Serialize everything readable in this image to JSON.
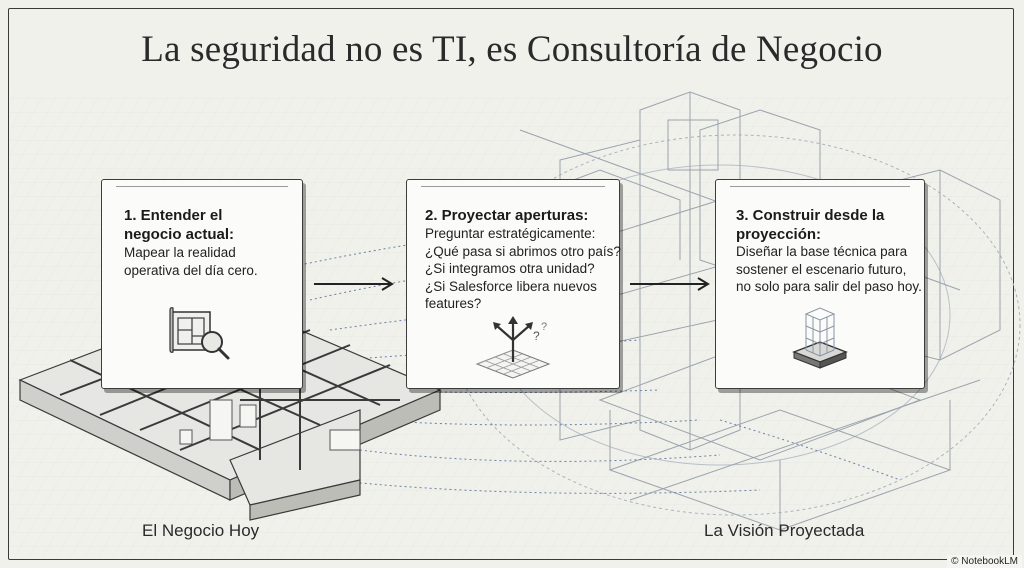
{
  "title": "La seguridad no es TI, es Consultoría de Negocio",
  "steps": [
    {
      "heading": [
        "1. Entender el",
        "negocio actual:"
      ],
      "body": [
        "Mapear la realidad",
        "operativa del día cero."
      ],
      "icon": "blueprint-magnifier-icon"
    },
    {
      "heading": [
        "2. Proyectar aperturas:"
      ],
      "body": [
        "Preguntar estratégicamente:",
        "¿Qué pasa si abrimos otro país?",
        "¿Si integramos otra unidad?",
        "¿Si Salesforce libera nuevos",
        "features?"
      ],
      "icon": "branching-arrows-icon"
    },
    {
      "heading": [
        "3. Construir desde la",
        "proyección:"
      ],
      "body": [
        "Diseñar la base técnica para",
        "sostener el escenario futuro,",
        "no solo para salir del paso hoy."
      ],
      "icon": "cube-on-platform-icon"
    }
  ],
  "labels": {
    "left": "El Negocio Hoy",
    "right": "La Visión Proyectada"
  },
  "badge": "© NotebookLM"
}
